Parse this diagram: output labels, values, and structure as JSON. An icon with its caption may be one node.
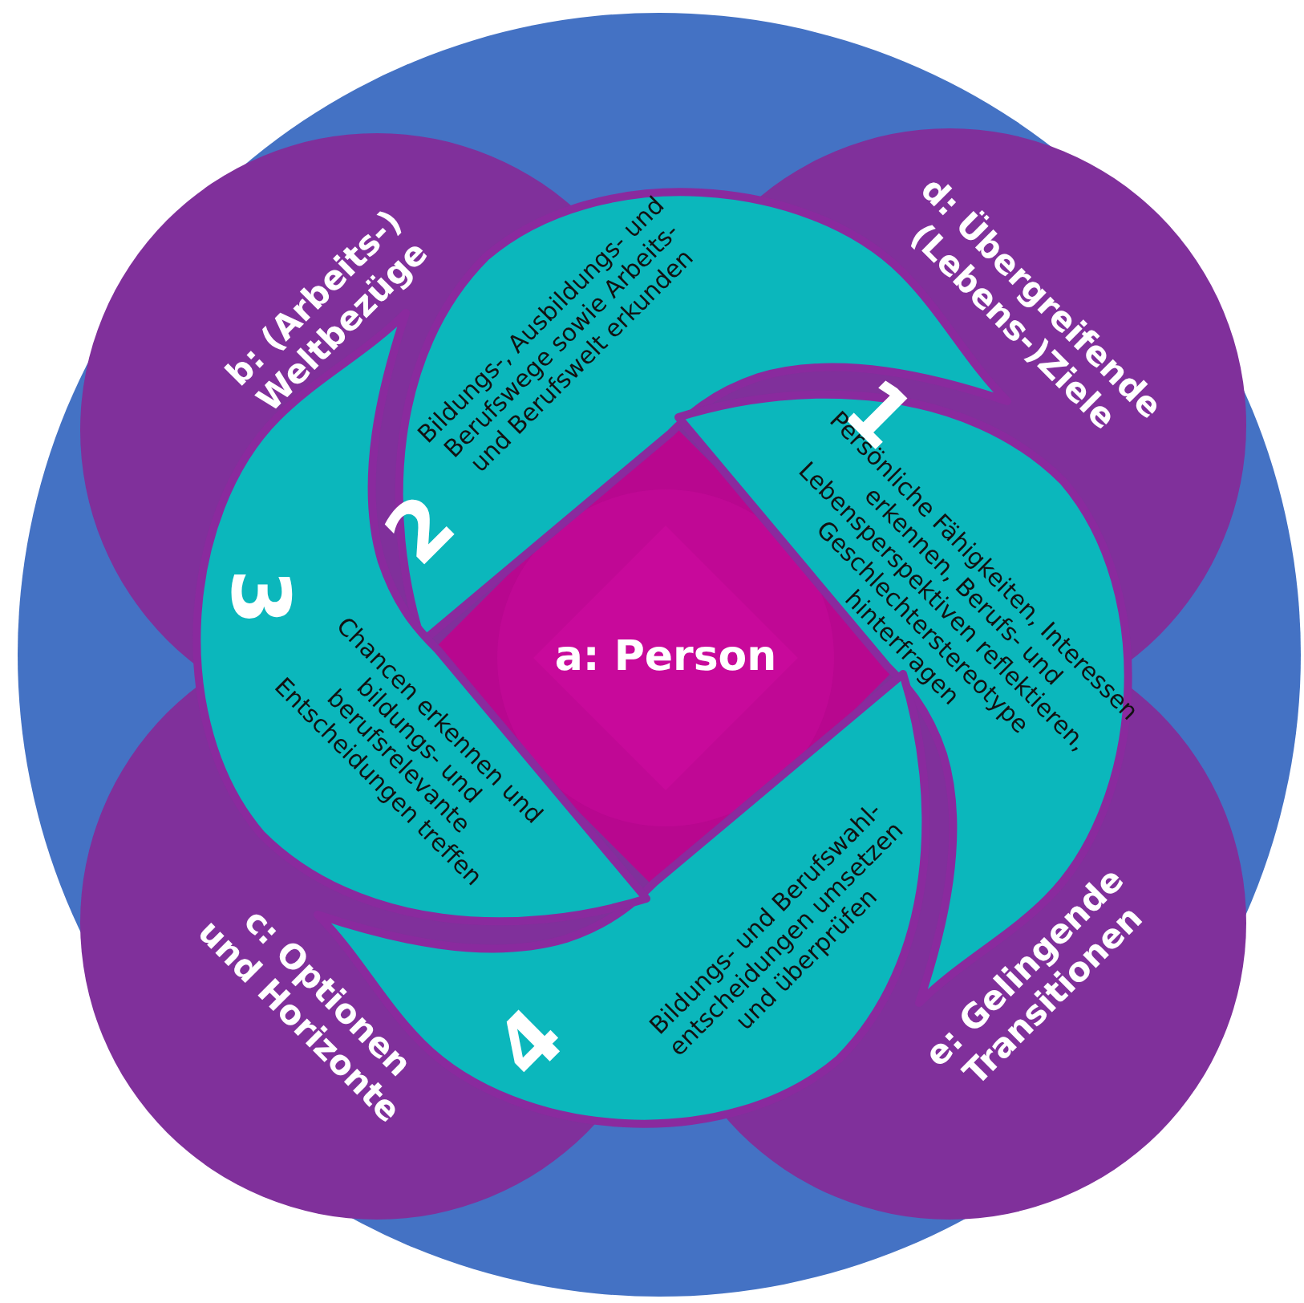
{
  "diagram": {
    "nodes": [
      {
        "text": [
          "b: (Arbeits-) Weltbezüge"
        ]
      },
      {
        "text": [
          "d: Übergreifende (Lebens-)Ziele"
        ]
      },
      {
        "text": [
          "2",
          "Bildungs-, Ausbildungs- und Berufswege sowie Arbeits- und Berufswelt erkunden"
        ]
      },
      {
        "text": [
          "1",
          "Persönliche Fähigkeiten, Interessen erkennen, Berufs- und Lebensperspektiven reflektieren, Geschlechterstereotype hinterfragen"
        ]
      },
      {
        "text": [
          "3",
          "Chancen erkennen und bildungs- und berufsrelevante Entscheidungen treffen"
        ]
      },
      {
        "text": [
          "a: Person"
        ]
      },
      {
        "text": [
          "4",
          "Bildungs- und Berufswahl- entscheidungen umsetzen und überprüfen"
        ]
      },
      {
        "text": [
          "c: Optionen und Horizonte"
        ]
      },
      {
        "text": [
          "e: Gelingende Transitionen"
        ]
      }
    ]
  }
}
